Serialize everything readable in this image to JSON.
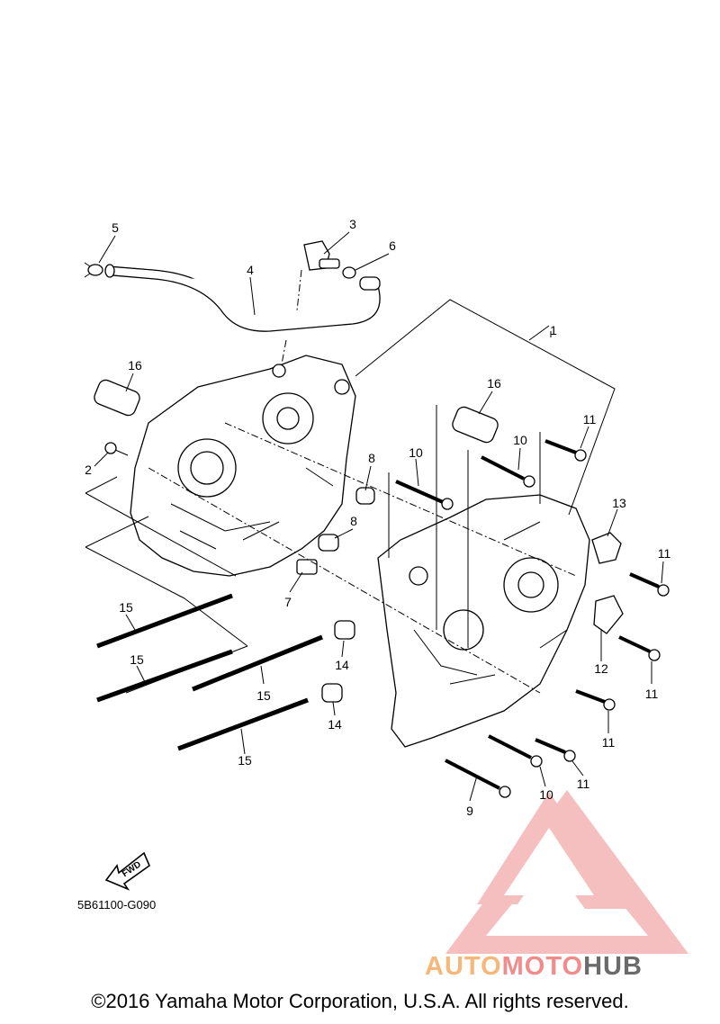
{
  "callouts": [
    "1",
    "2",
    "3",
    "4",
    "5",
    "6",
    "7",
    "8",
    "9",
    "10",
    "11",
    "12",
    "13",
    "14",
    "15",
    "16"
  ],
  "diagram_code": "5B61100-G090",
  "fwd_label": "FWD",
  "watermark": {
    "part1": "AUTO",
    "part2": "MOTO",
    "part3": "HUB"
  },
  "copyright": "©2016 Yamaha Motor Corporation, U.S.A. All rights reserved.",
  "colors": {
    "watermark_red": "#f08c8c",
    "watermark_orange": "#f5b87a",
    "watermark_gray": "#6b6b6b"
  }
}
